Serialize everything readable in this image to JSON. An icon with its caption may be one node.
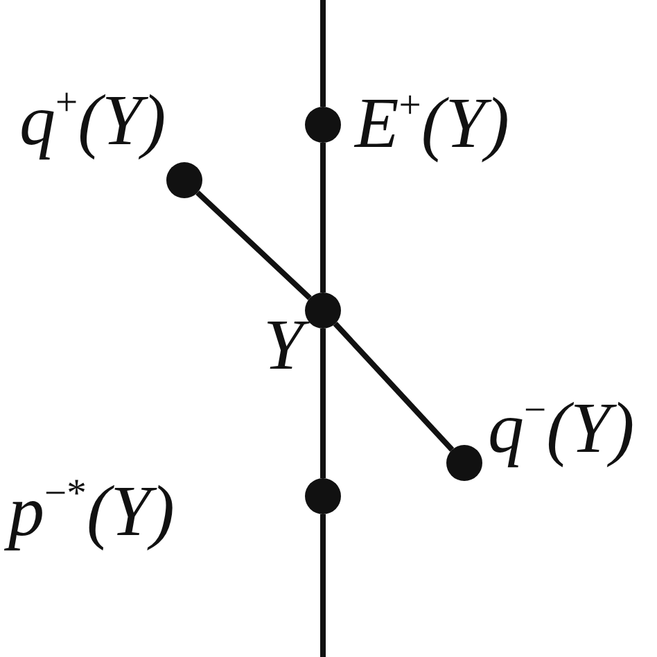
{
  "diagram": {
    "nodes": [
      {
        "text": [],
        "shape": "circle",
        "beside": [
          "q$^{+}$(Y)"
        ]
      },
      {
        "text": [],
        "shape": "circle",
        "beside": [
          "E$^{+}$(Y)"
        ]
      },
      {
        "text": [],
        "shape": "circle",
        "beside": [
          "Y"
        ]
      },
      {
        "text": [],
        "shape": "circle",
        "beside": [
          "q$^{−}$(Y)"
        ]
      },
      {
        "text": [],
        "shape": "circle",
        "beside": [
          "p$^{−*}$(Y)"
        ]
      }
    ],
    "edges": [
      {
        "from": 0,
        "to": 2,
        "arrow": "none"
      },
      {
        "from": 2,
        "to": 3,
        "arrow": "none"
      },
      {
        "from": null,
        "to": 1,
        "arrow": "none"
      },
      {
        "from": 1,
        "to": 2,
        "arrow": "none"
      },
      {
        "from": 2,
        "to": 4,
        "arrow": "none"
      },
      {
        "from": 4,
        "to": null,
        "arrow": "none"
      }
    ]
  }
}
